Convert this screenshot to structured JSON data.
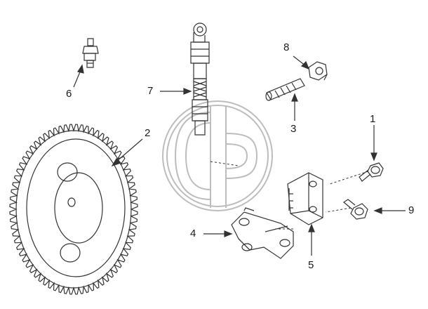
{
  "callouts": [
    {
      "id": "1",
      "label": "1"
    },
    {
      "id": "2",
      "label": "2"
    },
    {
      "id": "3",
      "label": "3"
    },
    {
      "id": "4",
      "label": "4"
    },
    {
      "id": "5",
      "label": "5"
    },
    {
      "id": "6",
      "label": "6"
    },
    {
      "id": "7",
      "label": "7"
    },
    {
      "id": "8",
      "label": "8"
    },
    {
      "id": "9",
      "label": "9"
    }
  ],
  "colors": {
    "line": "#333333",
    "watermark": "#bdbdbd",
    "background": "#ffffff"
  },
  "icons": {
    "watermark": "cp-logo-watermark-icon"
  }
}
